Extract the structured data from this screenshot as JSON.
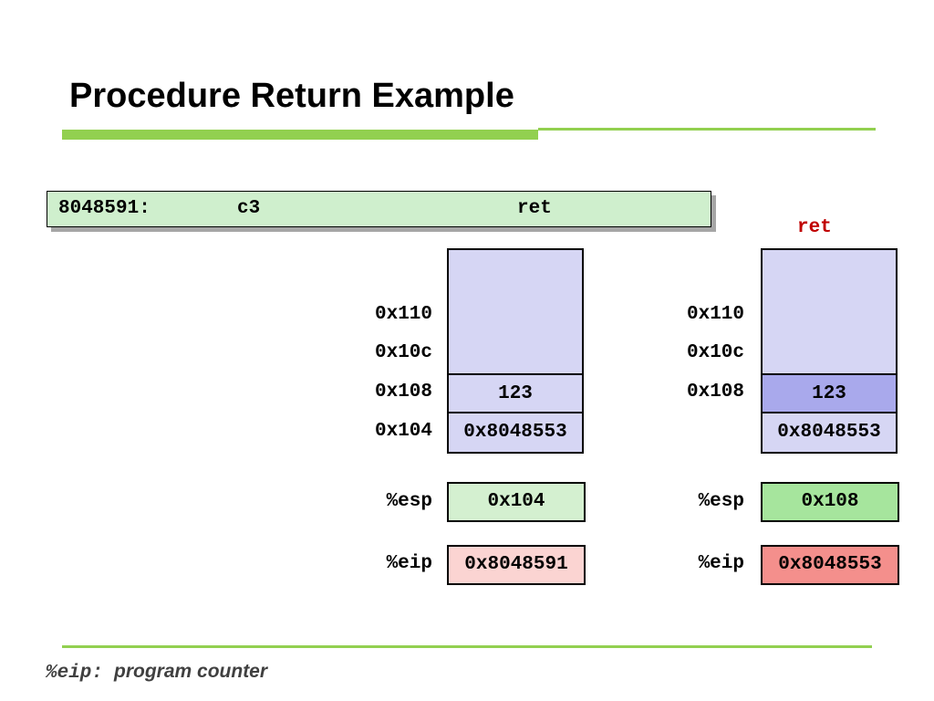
{
  "title": "Procedure Return Example",
  "instruction": {
    "address": "8048591:",
    "opcode": "c3",
    "mnemonic": "ret"
  },
  "before": {
    "addresses": [
      "0x110",
      "0x10c",
      "0x108",
      "0x104"
    ],
    "stack_values": [
      "123",
      "0x8048553"
    ],
    "esp_label": "%esp",
    "esp_value": "0x104",
    "eip_label": "%eip",
    "eip_value": "0x8048591"
  },
  "after": {
    "caption": "ret",
    "addresses": [
      "0x110",
      "0x10c",
      "0x108"
    ],
    "stack_values": [
      "123",
      "0x8048553"
    ],
    "esp_label": "%esp",
    "esp_value": "0x108",
    "eip_label": "%eip",
    "eip_value": "0x8048553"
  },
  "colors": {
    "accent_green": "#92d050",
    "stack_fill": "#d6d6f4",
    "stack_top_highlight": "#a9a9ec",
    "esp_before": "#d4f0d0",
    "esp_after": "#a6e59d",
    "eip_before": "#fbd4d2",
    "eip_after": "#f48f8c",
    "ret_red": "#c00000"
  },
  "footnote": {
    "term": "%eip:",
    "description": "program counter"
  }
}
